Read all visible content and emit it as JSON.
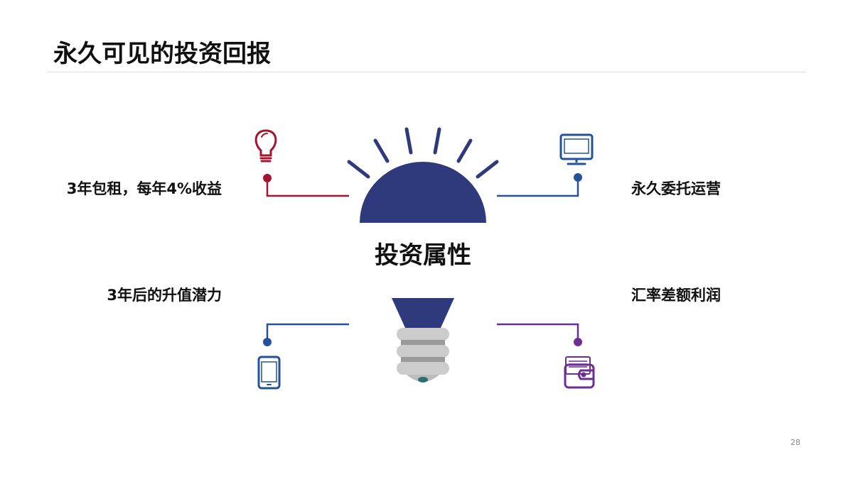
{
  "slide": {
    "title": "永久可见的投资回报",
    "center_label": "投资属性",
    "page_number": "28"
  },
  "attributes": [
    {
      "label": "3年包租，每年4%收益",
      "position": "top-left",
      "icon": "lightbulb-icon",
      "color": "#a3152e"
    },
    {
      "label": "永久委托运营",
      "position": "top-right",
      "icon": "monitor-icon",
      "color": "#23529b"
    },
    {
      "label": "3年后的升值潜力",
      "position": "bottom-left",
      "icon": "mobile-phone-icon",
      "color": "#23529b"
    },
    {
      "label": "汇率差额利润",
      "position": "bottom-right",
      "icon": "wallet-icon",
      "color": "#6a2f91"
    }
  ],
  "colors": {
    "bulb_navy": "#2e3a7c",
    "socket_gray": "#c9c9c9",
    "socket_dark": "#9a9a9a"
  }
}
